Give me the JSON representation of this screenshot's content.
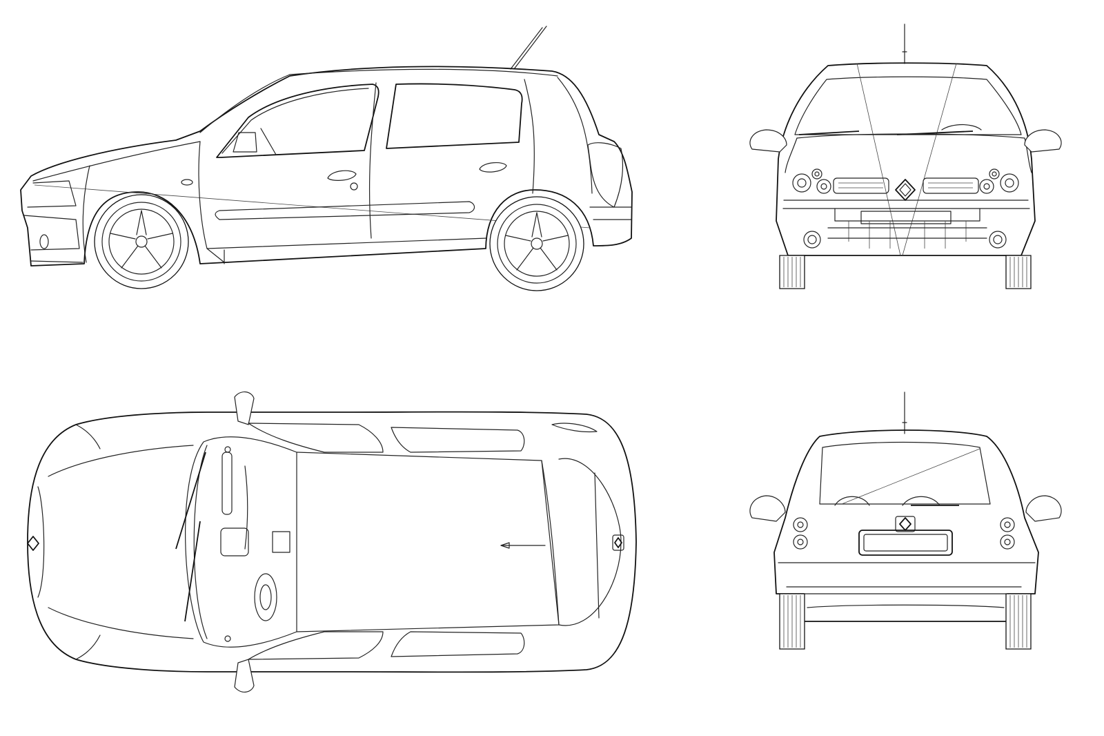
{
  "views": [
    {
      "id": "side",
      "name": "side-view"
    },
    {
      "id": "front",
      "name": "front-view"
    },
    {
      "id": "top",
      "name": "top-view"
    },
    {
      "id": "rear",
      "name": "rear-view"
    }
  ],
  "badge": "renault-diamond-logo-icon",
  "colors": {
    "line": "#222222",
    "background": "#ffffff"
  }
}
